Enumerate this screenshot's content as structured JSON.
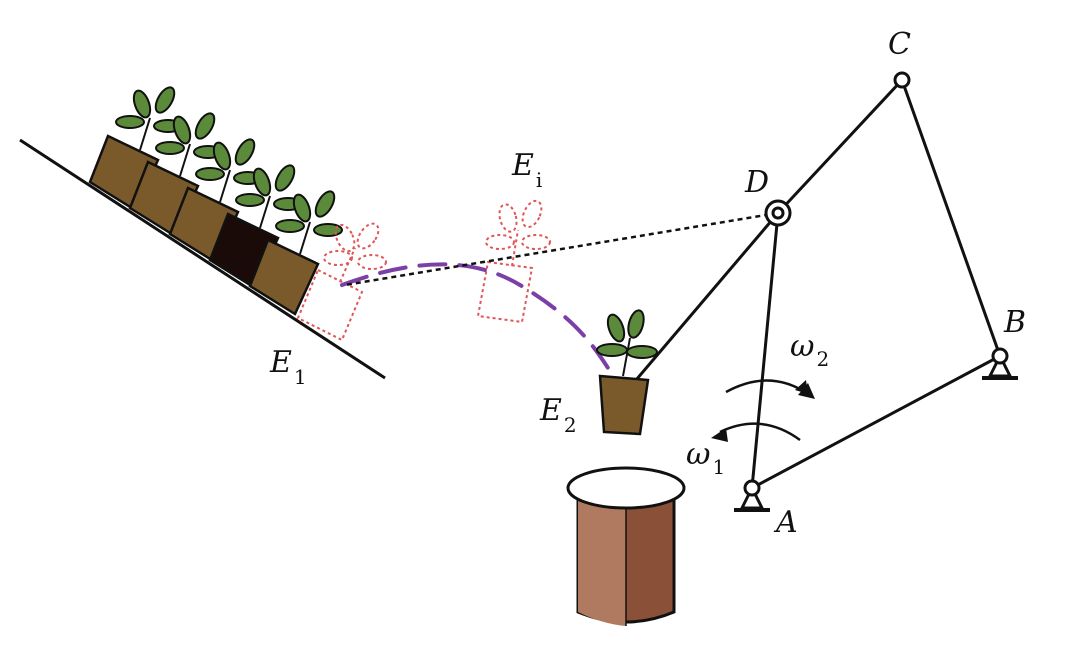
{
  "diagram": {
    "labels": {
      "A": {
        "main": "A",
        "sub": ""
      },
      "B": {
        "main": "B",
        "sub": ""
      },
      "C": {
        "main": "C",
        "sub": ""
      },
      "D": {
        "main": "D",
        "sub": ""
      },
      "E1": {
        "main": "E",
        "sub": "1"
      },
      "E2": {
        "main": "E",
        "sub": "2"
      },
      "Ei": {
        "main": "E",
        "sub": "i"
      },
      "omega1": {
        "main": "ω",
        "sub": "1"
      },
      "omega2": {
        "main": "ω",
        "sub": "2"
      }
    },
    "colors": {
      "links": "#111111",
      "trajectory": "#7b3fa6",
      "ghost_pot": "#e05555",
      "pot_fill": "#7a5a2a",
      "pot_dark": "#1a0a08",
      "leaf_fill": "#5a8a3a",
      "bucket_fill": "#8a5038",
      "bucket_light": "#b07a60"
    }
  }
}
